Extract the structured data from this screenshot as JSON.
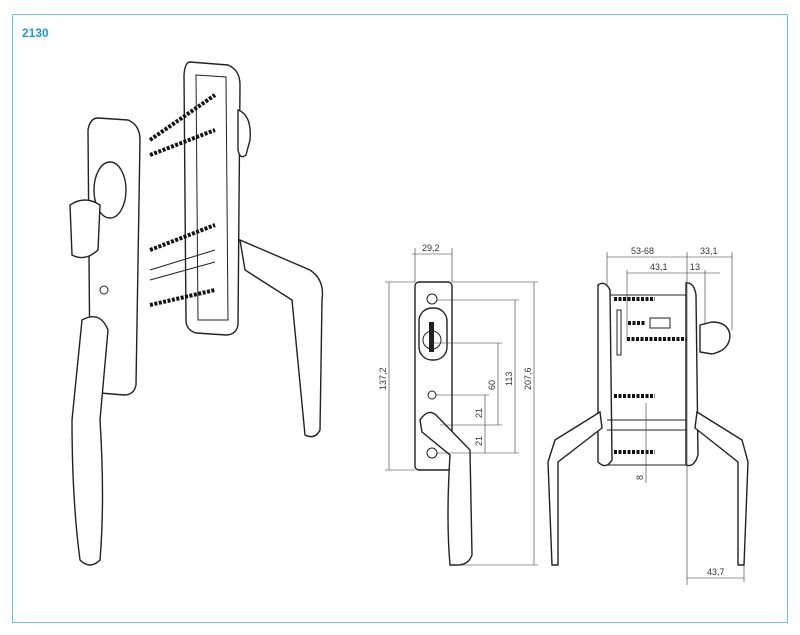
{
  "title": "2130",
  "colors": {
    "frame": "#6cc4ea",
    "title": "#1a9ad6"
  },
  "front_view": {
    "width": "29,2",
    "plate_height": "137,2",
    "total_height": "207,6",
    "screw_spacing": "113",
    "spindle_to_screw": "60",
    "lower_a": "21",
    "lower_b": "21"
  },
  "side_view": {
    "door_thickness": "53-68",
    "inner": "43,1",
    "knob_projection": "33,1",
    "rose": "13",
    "spindle": "8",
    "handle_projection": "43,7"
  }
}
